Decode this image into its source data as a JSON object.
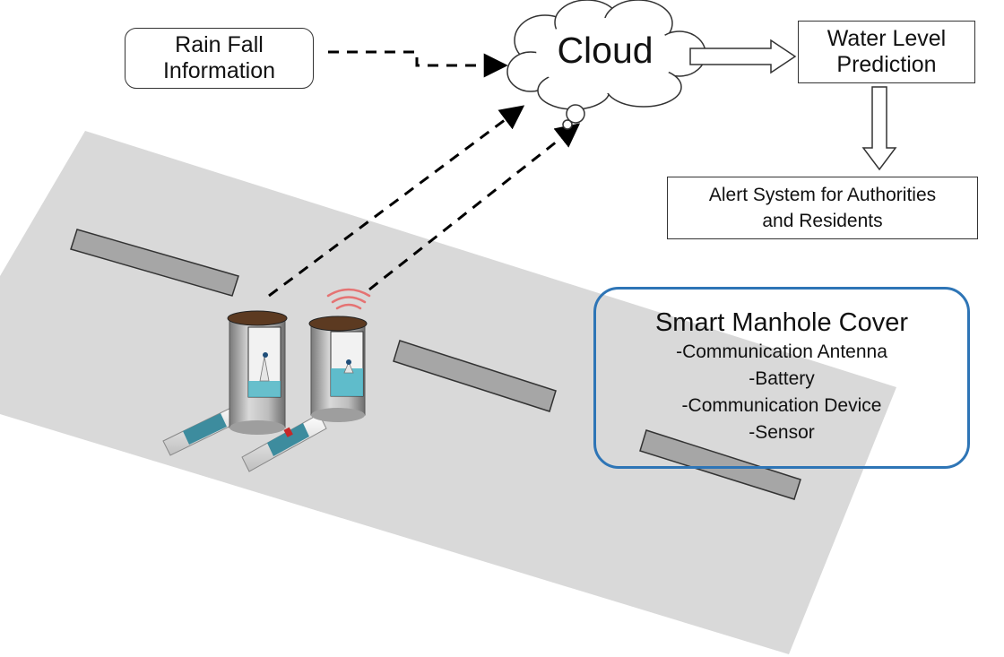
{
  "rainfall": {
    "line1": "Rain Fall",
    "line2": "Information"
  },
  "cloud": {
    "label": "Cloud"
  },
  "prediction": {
    "line1": "Water Level",
    "line2": "Prediction"
  },
  "alert": {
    "line1": "Alert System for Authorities",
    "line2": "and Residents"
  },
  "smart_manhole": {
    "title": "Smart Manhole Cover",
    "components": [
      "-Communication Antenna",
      "-Battery",
      "-Communication Device",
      "-Sensor"
    ]
  },
  "colors": {
    "road": "#d9d9d9",
    "slab": "#a6a6a6",
    "smart_border": "#2e75b6",
    "water": "#4fb6c6",
    "lid": "#5c3a21",
    "signal": "#c62828"
  }
}
